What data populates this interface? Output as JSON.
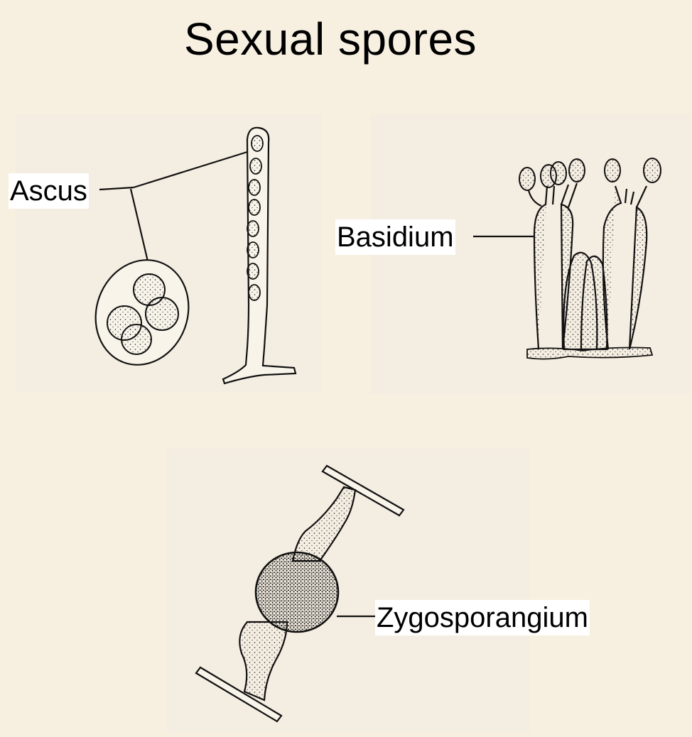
{
  "title": "Sexual spores",
  "labels": {
    "ascus": "Ascus",
    "basidium": "Basidium",
    "zygosporangium": "Zygosporangium"
  },
  "colors": {
    "background": "#f7f0e0",
    "panel": "#f4ede1",
    "ink": "#111111",
    "label_bg": "#ffffff"
  }
}
